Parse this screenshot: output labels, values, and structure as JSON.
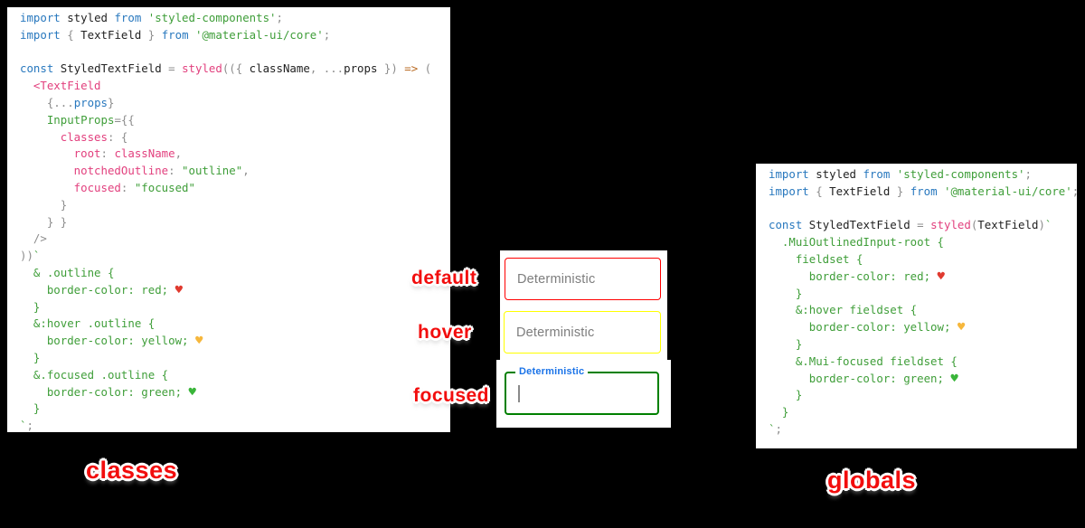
{
  "scene": {
    "background": "#000000"
  },
  "syntax_colors": {
    "keyword": "#2878be",
    "string": "#3f9e39",
    "property_pink": "#e2407e",
    "plain": "#222222",
    "punctuation": "#8d8d8d",
    "arrow": "#b96b23",
    "css_body": "#3f9e39",
    "heart_red": "#e03a2f",
    "heart_yellow": "#f6b73c",
    "heart_green": "#39b539",
    "marker_red": "#f20d0d"
  },
  "code_panels": [
    {
      "id": "classes",
      "caption": "classes",
      "lines": [
        [
          [
            "kw",
            "import"
          ],
          [
            "pl",
            " styled "
          ],
          [
            "kw",
            "from"
          ],
          [
            "str",
            " 'styled-components'"
          ],
          [
            "pu",
            ";"
          ]
        ],
        [
          [
            "kw",
            "import"
          ],
          [
            "pu",
            " { "
          ],
          [
            "pl",
            "TextField"
          ],
          [
            "pu",
            " } "
          ],
          [
            "kw",
            "from"
          ],
          [
            "str",
            " '@material-ui/core'"
          ],
          [
            "pu",
            ";"
          ]
        ],
        [],
        [
          [
            "kw",
            "const"
          ],
          [
            "pl",
            " StyledTextField "
          ],
          [
            "pu",
            "= "
          ],
          [
            "pk",
            "styled"
          ],
          [
            "pu",
            "(({ "
          ],
          [
            "pl",
            "className"
          ],
          [
            "pu",
            ", ..."
          ],
          [
            "pl",
            "props"
          ],
          [
            "pu",
            " }) "
          ],
          [
            "op",
            "=>"
          ],
          [
            "pu",
            " ("
          ]
        ],
        [
          [
            "pu",
            "  "
          ],
          [
            "pk",
            "<TextField"
          ]
        ],
        [
          [
            "pu",
            "    {..."
          ],
          [
            "kw",
            "props"
          ],
          [
            "pu",
            "}"
          ]
        ],
        [
          [
            "str",
            "    InputProps"
          ],
          [
            "pu",
            "={{"
          ]
        ],
        [
          [
            "pk",
            "      classes"
          ],
          [
            "pu",
            ": {"
          ]
        ],
        [
          [
            "pk",
            "        root"
          ],
          [
            "pu",
            ": "
          ],
          [
            "pk",
            "className"
          ],
          [
            "pu",
            ","
          ]
        ],
        [
          [
            "pk",
            "        notchedOutline"
          ],
          [
            "pu",
            ": "
          ],
          [
            "str",
            "\"outline\""
          ],
          [
            "pu",
            ","
          ]
        ],
        [
          [
            "pk",
            "        focused"
          ],
          [
            "pu",
            ": "
          ],
          [
            "str",
            "\"focused\""
          ]
        ],
        [
          [
            "pu",
            "      }"
          ]
        ],
        [
          [
            "pu",
            "    } }"
          ]
        ],
        [
          [
            "pu",
            "  />"
          ]
        ],
        [
          [
            "pu",
            "))"
          ],
          [
            "str",
            "`"
          ]
        ],
        [
          [
            "css",
            "  & .outline {"
          ]
        ],
        [
          [
            "css",
            "    border-color: red; "
          ],
          [
            "hr",
            "♥"
          ]
        ],
        [
          [
            "css",
            "  }"
          ]
        ],
        [
          [
            "css",
            "  &:hover .outline {"
          ]
        ],
        [
          [
            "css",
            "    border-color: yellow; "
          ],
          [
            "hy",
            "♥"
          ]
        ],
        [
          [
            "css",
            "  }"
          ]
        ],
        [
          [
            "css",
            "  &.focused .outline {"
          ]
        ],
        [
          [
            "css",
            "    border-color: green; "
          ],
          [
            "hg",
            "♥"
          ]
        ],
        [
          [
            "css",
            "  }"
          ]
        ],
        [
          [
            "str",
            "`"
          ],
          [
            "pu",
            ";"
          ]
        ]
      ]
    },
    {
      "id": "globals",
      "caption": "globals",
      "lines": [
        [
          [
            "kw",
            "import"
          ],
          [
            "pl",
            " styled "
          ],
          [
            "kw",
            "from"
          ],
          [
            "str",
            " 'styled-components'"
          ],
          [
            "pu",
            ";"
          ]
        ],
        [
          [
            "kw",
            "import"
          ],
          [
            "pu",
            " { "
          ],
          [
            "pl",
            "TextField"
          ],
          [
            "pu",
            " } "
          ],
          [
            "kw",
            "from"
          ],
          [
            "str",
            " '@material-ui/core'"
          ],
          [
            "pu",
            ";"
          ]
        ],
        [],
        [
          [
            "kw",
            "const"
          ],
          [
            "pl",
            " StyledTextField "
          ],
          [
            "pu",
            "= "
          ],
          [
            "pk",
            "styled"
          ],
          [
            "pu",
            "("
          ],
          [
            "pl",
            "TextField"
          ],
          [
            "pu",
            ")"
          ],
          [
            "str",
            "`"
          ]
        ],
        [
          [
            "css",
            "  .MuiOutlinedInput-root {"
          ]
        ],
        [
          [
            "css",
            "    fieldset {"
          ]
        ],
        [
          [
            "css",
            "      border-color: red; "
          ],
          [
            "hr",
            "♥"
          ]
        ],
        [
          [
            "css",
            "    }"
          ]
        ],
        [
          [
            "css",
            "    &:hover fieldset {"
          ]
        ],
        [
          [
            "css",
            "      border-color: yellow; "
          ],
          [
            "hy",
            "♥"
          ]
        ],
        [
          [
            "css",
            "    }"
          ]
        ],
        [
          [
            "css",
            "    &.Mui-focused fieldset {"
          ]
        ],
        [
          [
            "css",
            "      border-color: green; "
          ],
          [
            "hg",
            "♥"
          ]
        ],
        [
          [
            "css",
            "    }"
          ]
        ],
        [
          [
            "css",
            "  }"
          ]
        ],
        [
          [
            "str",
            "`"
          ],
          [
            "pu",
            ";"
          ]
        ]
      ]
    }
  ],
  "states_demo": {
    "labels": {
      "default": "default",
      "hover": "hover",
      "focused": "focused"
    },
    "fields": [
      {
        "state": "default",
        "placeholder": "Deterministic",
        "border_color": "#ff0000"
      },
      {
        "state": "hover",
        "placeholder": "Deterministic",
        "border_color": "#ffff00"
      },
      {
        "state": "focused",
        "label": "Deterministic",
        "border_color": "#008000",
        "label_color": "#1a73e8",
        "has_cursor": true
      }
    ],
    "heart_icons": [
      "red-heart-icon",
      "yellow-heart-icon",
      "green-heart-icon"
    ]
  }
}
